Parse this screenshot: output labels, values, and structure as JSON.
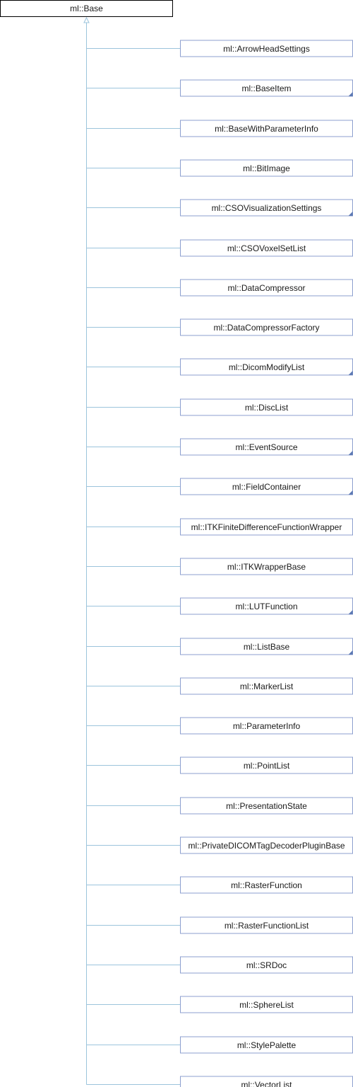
{
  "diagram": {
    "root": "ml::Base",
    "children": [
      {
        "label": "ml::ArrowHeadSettings",
        "has_more": false
      },
      {
        "label": "ml::BaseItem",
        "has_more": true
      },
      {
        "label": "ml::BaseWithParameterInfo",
        "has_more": false
      },
      {
        "label": "ml::BitImage",
        "has_more": false
      },
      {
        "label": "ml::CSOVisualizationSettings",
        "has_more": true
      },
      {
        "label": "ml::CSOVoxelSetList",
        "has_more": false
      },
      {
        "label": "ml::DataCompressor",
        "has_more": false
      },
      {
        "label": "ml::DataCompressorFactory",
        "has_more": false
      },
      {
        "label": "ml::DicomModifyList",
        "has_more": true
      },
      {
        "label": "ml::DiscList",
        "has_more": false
      },
      {
        "label": "ml::EventSource",
        "has_more": true
      },
      {
        "label": "ml::FieldContainer",
        "has_more": true
      },
      {
        "label": "ml::ITKFiniteDifferenceFunctionWrapper",
        "has_more": false
      },
      {
        "label": "ml::ITKWrapperBase",
        "has_more": false
      },
      {
        "label": "ml::LUTFunction",
        "has_more": true
      },
      {
        "label": "ml::ListBase",
        "has_more": true
      },
      {
        "label": "ml::MarkerList",
        "has_more": false
      },
      {
        "label": "ml::ParameterInfo",
        "has_more": false
      },
      {
        "label": "ml::PointList",
        "has_more": false
      },
      {
        "label": "ml::PresentationState",
        "has_more": false
      },
      {
        "label": "ml::PrivateDICOMTagDecoderPluginBase",
        "has_more": false
      },
      {
        "label": "ml::RasterFunction",
        "has_more": false
      },
      {
        "label": "ml::RasterFunctionList",
        "has_more": false
      },
      {
        "label": "ml::SRDoc",
        "has_more": false
      },
      {
        "label": "ml::SphereList",
        "has_more": false
      },
      {
        "label": "ml::StylePalette",
        "has_more": false
      },
      {
        "label": "ml::VectorList",
        "has_more": false
      }
    ]
  }
}
